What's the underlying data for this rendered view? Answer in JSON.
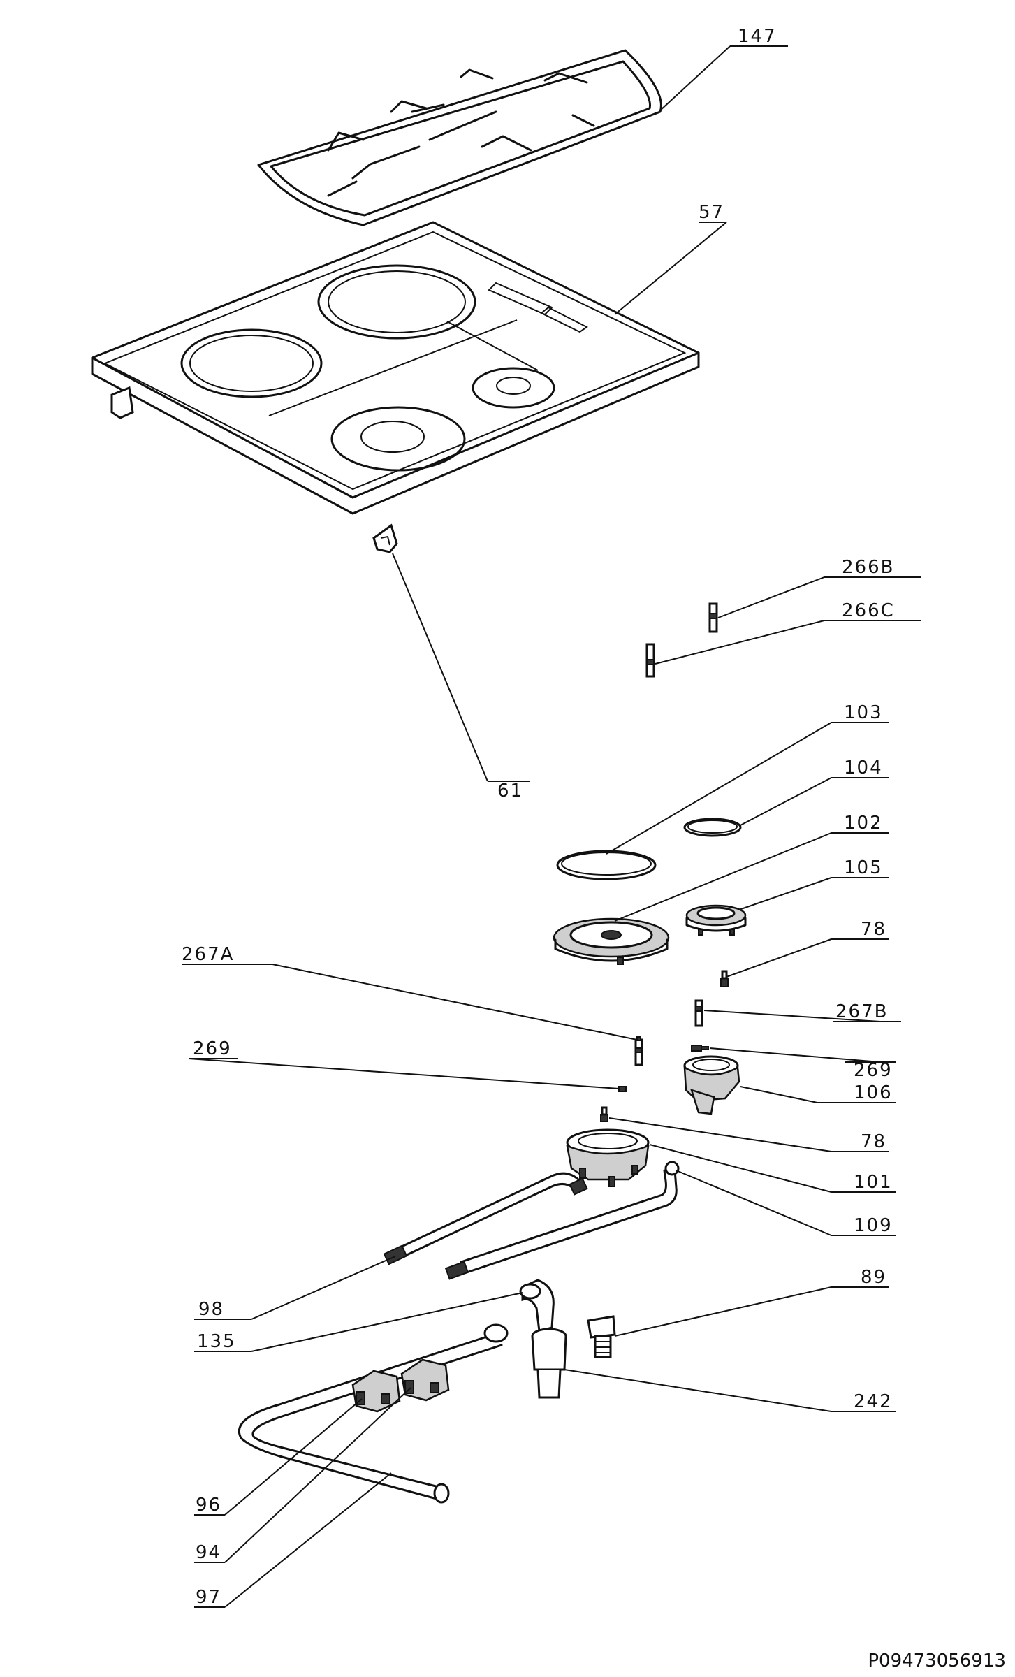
{
  "labels": [
    {
      "id": "147",
      "text": "147"
    },
    {
      "id": "57",
      "text": "57"
    },
    {
      "id": "266b",
      "text": "266B"
    },
    {
      "id": "266c",
      "text": "266C"
    },
    {
      "id": "61",
      "text": "61"
    },
    {
      "id": "103",
      "text": "103"
    },
    {
      "id": "104",
      "text": "104"
    },
    {
      "id": "102",
      "text": "102"
    },
    {
      "id": "105",
      "text": "105"
    },
    {
      "id": "78a",
      "text": "78"
    },
    {
      "id": "267a",
      "text": "267A"
    },
    {
      "id": "267b",
      "text": "267B"
    },
    {
      "id": "269a",
      "text": "269"
    },
    {
      "id": "269b",
      "text": "269"
    },
    {
      "id": "106",
      "text": "106"
    },
    {
      "id": "78b",
      "text": "78"
    },
    {
      "id": "101",
      "text": "101"
    },
    {
      "id": "109",
      "text": "109"
    },
    {
      "id": "89",
      "text": "89"
    },
    {
      "id": "98",
      "text": "98"
    },
    {
      "id": "135",
      "text": "135"
    },
    {
      "id": "242",
      "text": "242"
    },
    {
      "id": "96",
      "text": "96"
    },
    {
      "id": "94",
      "text": "94"
    },
    {
      "id": "97",
      "text": "97"
    }
  ],
  "document_id": "P09473056913"
}
